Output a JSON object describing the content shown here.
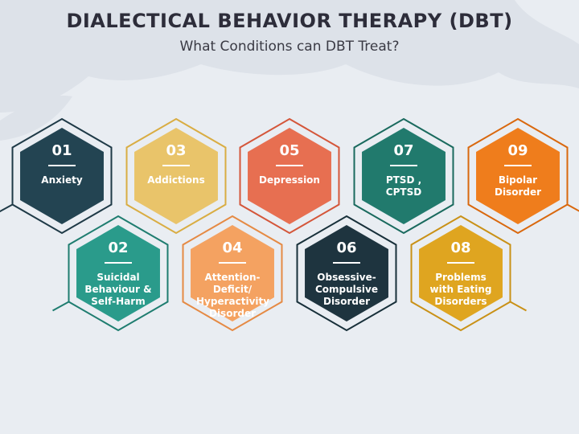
{
  "title": "DIALECTICAL BEHAVIOR THERAPY (DBT)",
  "subtitle": "What Conditions can DBT Treat?",
  "colors": {
    "background": "#e9edf2",
    "blob": "#dde2e9"
  },
  "items": [
    {
      "number": "01",
      "label": "Anxiety",
      "fill": "#234452",
      "outline": "#1f3a47"
    },
    {
      "number": "02",
      "label": "Suicidal Behaviour & Self-Harm",
      "fill": "#2a9b8b",
      "outline": "#1f7d70"
    },
    {
      "number": "03",
      "label": "Addictions",
      "fill": "#e9c46a",
      "outline": "#d9ad43"
    },
    {
      "number": "04",
      "label": "Attention-Deficit/ Hyperactivity Disorder",
      "fill": "#f4a261",
      "outline": "#e58a44"
    },
    {
      "number": "05",
      "label": "Depression",
      "fill": "#e76f51",
      "outline": "#d4563a"
    },
    {
      "number": "06",
      "label": "Obsessive-Compulsive Disorder",
      "fill": "#1e343f",
      "outline": "#18303a"
    },
    {
      "number": "07",
      "label": "PTSD , CPTSD",
      "fill": "#217a6d",
      "outline": "#1a6a5e"
    },
    {
      "number": "08",
      "label": "Problems with Eating Disorders",
      "fill": "#dfa520",
      "outline": "#c99117"
    },
    {
      "number": "09",
      "label": "Bipolar Disorder",
      "fill": "#ef7d1c",
      "outline": "#d9680e"
    }
  ]
}
